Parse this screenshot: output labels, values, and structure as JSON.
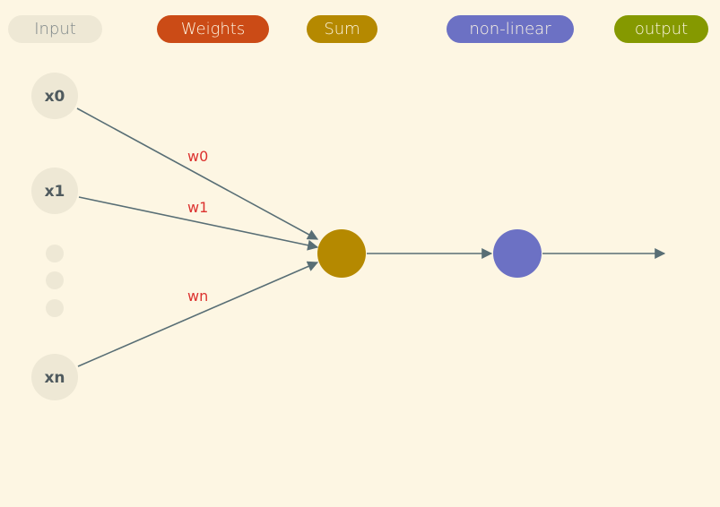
{
  "legend": {
    "input": "Input",
    "weights": "Weights",
    "sum": "Sum",
    "nonlinear": "non-linear",
    "output": "output"
  },
  "inputs": {
    "x0": "x0",
    "x1": "x1",
    "xn": "xn"
  },
  "weights": {
    "w0": "w0",
    "w1": "w1",
    "wn": "wn"
  },
  "colors": {
    "background": "#fdf6e3",
    "input": "#eee8d5",
    "input_text": "#7c8587",
    "weights": "#cb4b16",
    "sum": "#b58900",
    "nonlinear": "#6c71c4",
    "output": "#859900",
    "edge": "#586e75",
    "weight_label": "#dc322f"
  }
}
